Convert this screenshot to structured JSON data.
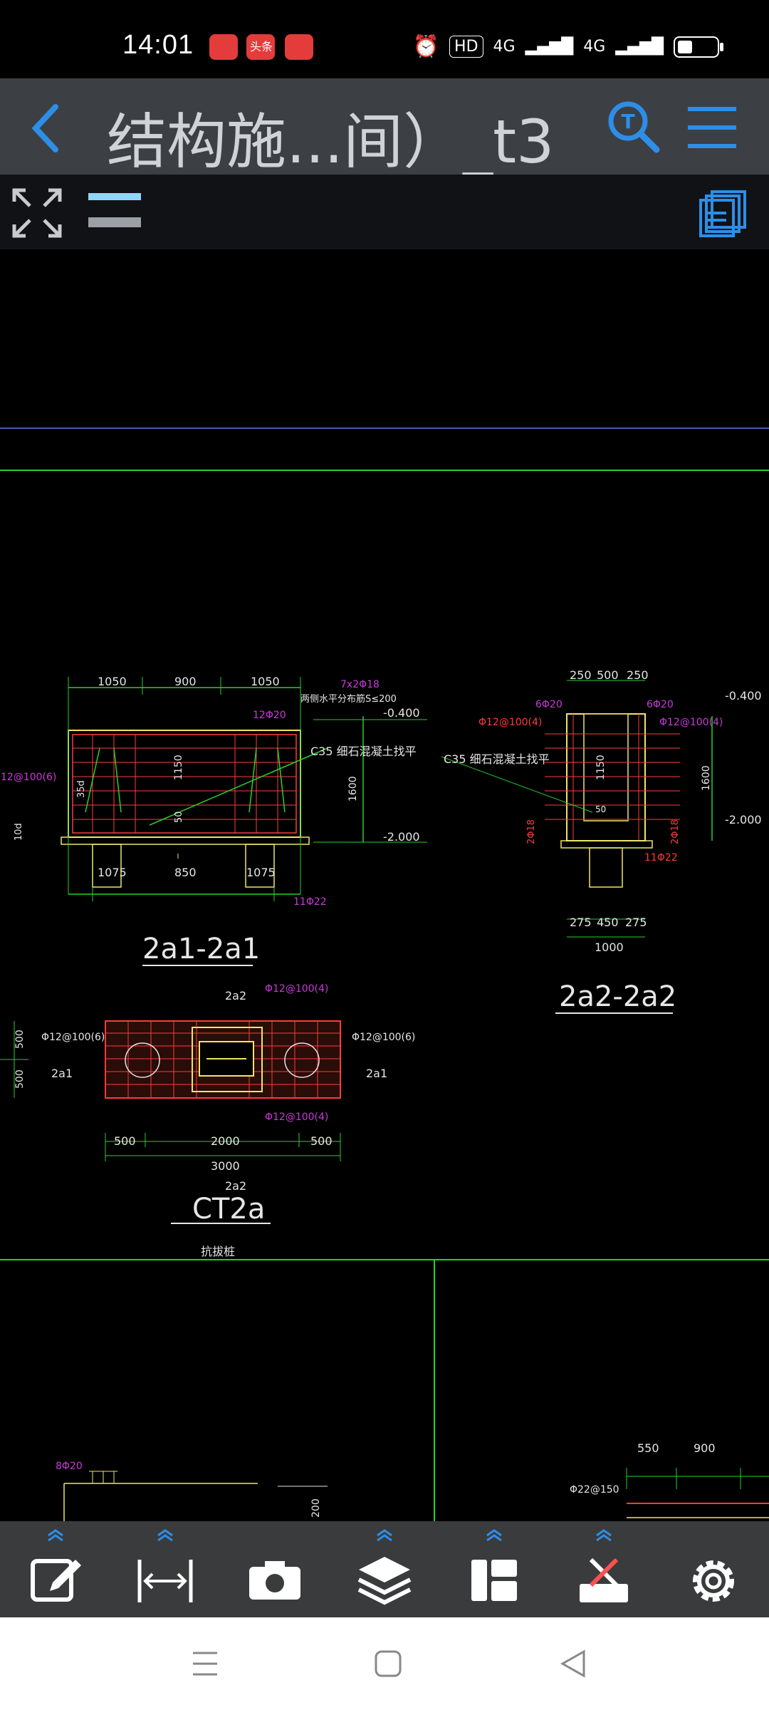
{
  "status": {
    "time": "14:01",
    "app_badge_toutiao": "头条",
    "hd_label": "HD",
    "network_1": "4G",
    "network_2": "4G"
  },
  "appbar": {
    "title": "结构施...间）_t3",
    "icons": {
      "back": "back-icon",
      "search": "text-search-icon",
      "menu": "hamburger-menu-icon"
    }
  },
  "toolbar": {
    "fullscreen": "fullscreen-icon",
    "line_style": "line-style-icon",
    "pages": "pages-icon"
  },
  "drawing": {
    "accent": "#2d8ee8",
    "line_green": "#27d02a",
    "line_red": "#ff3b3b",
    "line_magenta": "#c83ad8",
    "line_yellow": "#f0e56a",
    "dims_top_left": [
      "1050",
      "900",
      "1050"
    ],
    "dims_bottom_left": [
      "1075",
      "850",
      "1075"
    ],
    "dims_top_right": [
      "250",
      "500",
      "250"
    ],
    "dims_bottom_right": [
      "275",
      "450",
      "275"
    ],
    "dim_1000": "1000",
    "label_7x2": "7x2Φ18",
    "label_side": "两侧水平分布筋S≤200",
    "label_12phi20": "12Φ20",
    "label_6phi20_l": "6Φ20",
    "label_6phi20_r": "6Φ20",
    "elev_m040": "-0.400",
    "elev_m2000": "-2.000",
    "elev_m040_r": "-0.400",
    "elev_m2000_r": "-2.000",
    "concrete_note": "C35  细石混凝土找平",
    "concrete_note_r": "C35  细石混凝土找平",
    "phi12_100_6": "Φ12@100(6)",
    "phi12_100_4": "Φ12@100(4)",
    "phi12_100_4_r": "Φ12@100(4)",
    "dim_1600": "1600",
    "dim_1600_r": "1600",
    "dim_1150": "1150",
    "dim_1150_r": "1150",
    "dim_50": "50",
    "dim_50_r": "50",
    "dim_35d": "35d",
    "dim_10d": "10d",
    "label_11phi22_l": "11Φ22",
    "label_11phi22_r": "11Φ22",
    "label_2phi18": "2Φ18",
    "label_2phi18_r": "2Φ18",
    "section_left": "2a1-2a1",
    "section_right": "2a2-2a2",
    "plan_title": "CT2a",
    "plan_subtitle": "抗拔桩",
    "plan_dims": [
      "500",
      "2000",
      "500"
    ],
    "plan_total": "3000",
    "plan_side": [
      "500",
      "500"
    ],
    "plan_2a2_top": "2a2",
    "plan_2a2_bottom": "2a2",
    "plan_2a1_left": "2a1",
    "plan_2a1_right": "2a1",
    "plan_phi12_100_4_top": "Φ12@100(4)",
    "plan_phi12_100_4_bottom": "Φ12@100(4)",
    "plan_phi12_100_6_left": "Φ12@100(6)",
    "plan_phi12_100_6_right": "Φ12@100(6)",
    "bottom_dims": [
      "550",
      "900"
    ],
    "bottom_label_8phi20": "8Φ20",
    "bottom_label_phi22_150": "Φ22@150",
    "bottom_dim_200": "200"
  },
  "bottom_tools": [
    {
      "icon": "edit-icon"
    },
    {
      "icon": "measure-icon"
    },
    {
      "icon": "camera-icon"
    },
    {
      "icon": "layers-icon"
    },
    {
      "icon": "layout-icon"
    },
    {
      "icon": "tools-icon"
    },
    {
      "icon": "settings-icon"
    }
  ]
}
